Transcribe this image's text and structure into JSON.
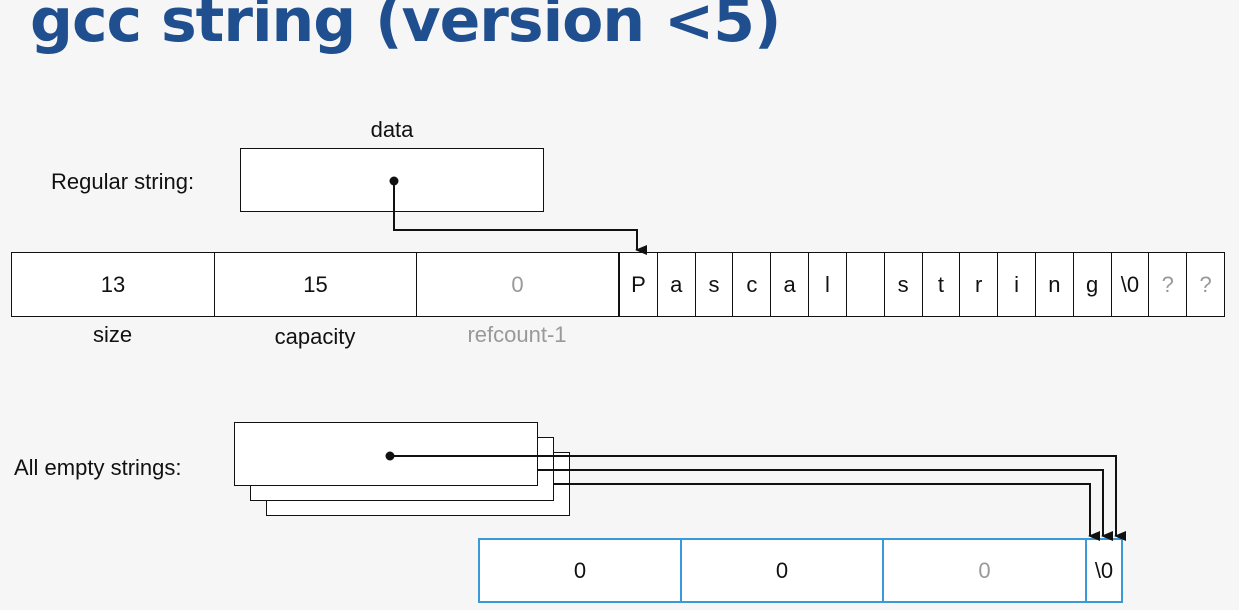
{
  "title": "gcc string (version <5)",
  "regular": {
    "label": "Regular string:",
    "data_label": "data",
    "header_cells": [
      "13",
      "15",
      "0"
    ],
    "header_labels": [
      "size",
      "capacity",
      "refcount-1"
    ],
    "chars": [
      "P",
      "a",
      "s",
      "c",
      "a",
      "l",
      "",
      "s",
      "t",
      "r",
      "i",
      "n",
      "g",
      "\\0",
      "?",
      "?"
    ]
  },
  "empty": {
    "label": "All empty strings:",
    "cells": [
      "0",
      "0",
      "0",
      "\\0"
    ]
  },
  "colors": {
    "title": "#1f4f8f",
    "muted": "#999999",
    "empty_rep_border": "#3a9ad9"
  }
}
